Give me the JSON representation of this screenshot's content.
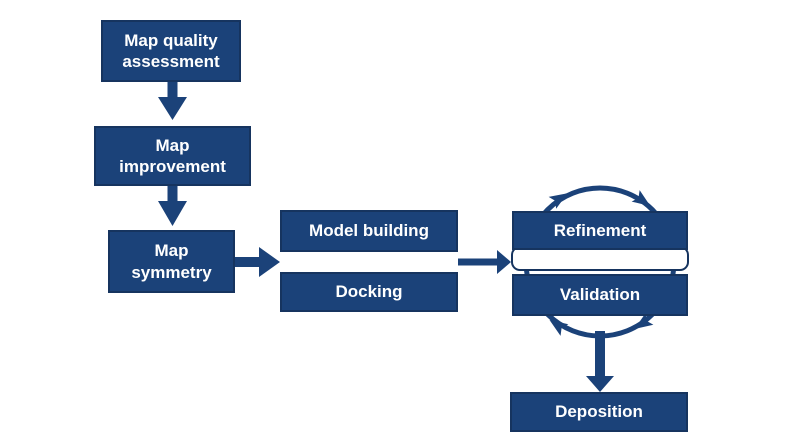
{
  "diagram": {
    "colors": {
      "box_fill": "#1b4279",
      "box_border": "#16345f",
      "arrow": "#1b4279",
      "label_text": "#ffffff",
      "background": "#ffffff"
    },
    "boxes": {
      "map_quality_assessment": "Map quality\nassessment",
      "map_improvement": "Map\nimprovement",
      "map_symmetry": "Map\nsymmetry",
      "model_building": "Model building",
      "docking": "Docking",
      "refinement": "Refinement",
      "validation": "Validation",
      "deposition": "Deposition"
    }
  }
}
